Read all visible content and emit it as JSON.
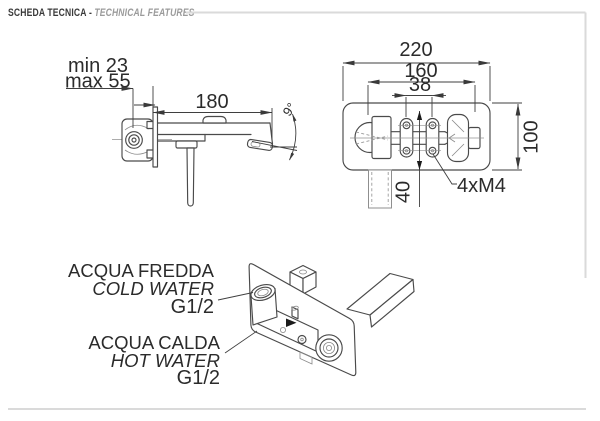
{
  "header": {
    "title": "SCHEDA TECNICA",
    "separator": "-",
    "subtitle": "TECHNICAL FEATURES"
  },
  "side_view": {
    "wall_depth_min": "min 23",
    "wall_depth_max": "max 55",
    "spout_length": "180",
    "spout_angle": "9°"
  },
  "front_view": {
    "plate_width": "220",
    "fixing_distance": "160",
    "screw_spacing": "38",
    "plate_height": "100",
    "outlet_offset": "40",
    "screws_label": "4xM4"
  },
  "iso_view": {
    "cold": {
      "name_it": "ACQUA FREDDA",
      "name_en": "COLD WATER",
      "thread": "G1/2"
    },
    "hot": {
      "name_it": "ACQUA CALDA",
      "name_en": "HOT WATER",
      "thread": "G1/2"
    }
  },
  "colors": {
    "background": "#ffffff",
    "line": "#4a4a4a",
    "dimension_text": "#2b2b2b",
    "frame": "#dadada",
    "header_title": "#3a3a3a",
    "header_subtitle": "#9b9b9b"
  }
}
